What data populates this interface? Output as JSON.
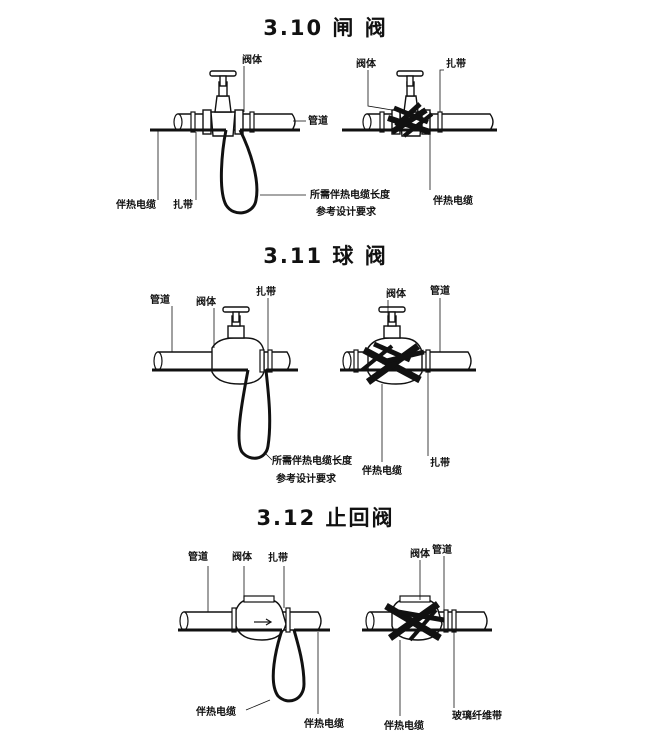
{
  "sections": [
    {
      "title": "3.10  闸  阀",
      "left_labels": {
        "valve_body": "阀体",
        "pipe": "管道",
        "heat_cable": "伴热电缆",
        "tie": "扎带",
        "note_line1": "所需伴热电缆长度",
        "note_line2": "参考设计要求"
      },
      "right_labels": {
        "valve_body": "阀体",
        "tie": "扎带",
        "heat_cable": "伴热电缆"
      }
    },
    {
      "title": "3.11  球  阀",
      "left_labels": {
        "pipe": "管道",
        "valve_body": "阀体",
        "tie": "扎带",
        "note_line1": "所需伴热电缆长度",
        "note_line2": "参考设计要求"
      },
      "right_labels": {
        "valve_body": "阀体",
        "pipe": "管道",
        "heat_cable": "伴热电缆",
        "tie": "扎带"
      }
    },
    {
      "title": "3.12  止回阀",
      "left_labels": {
        "pipe": "管道",
        "valve_body": "阀体",
        "tie": "扎带",
        "heat_cable_a": "伴热电缆",
        "heat_cable_b": "伴热电缆"
      },
      "right_labels": {
        "valve_body": "阀体",
        "pipe": "管道",
        "heat_cable": "伴热电缆",
        "glass_tape": "玻璃纤维带"
      }
    }
  ]
}
